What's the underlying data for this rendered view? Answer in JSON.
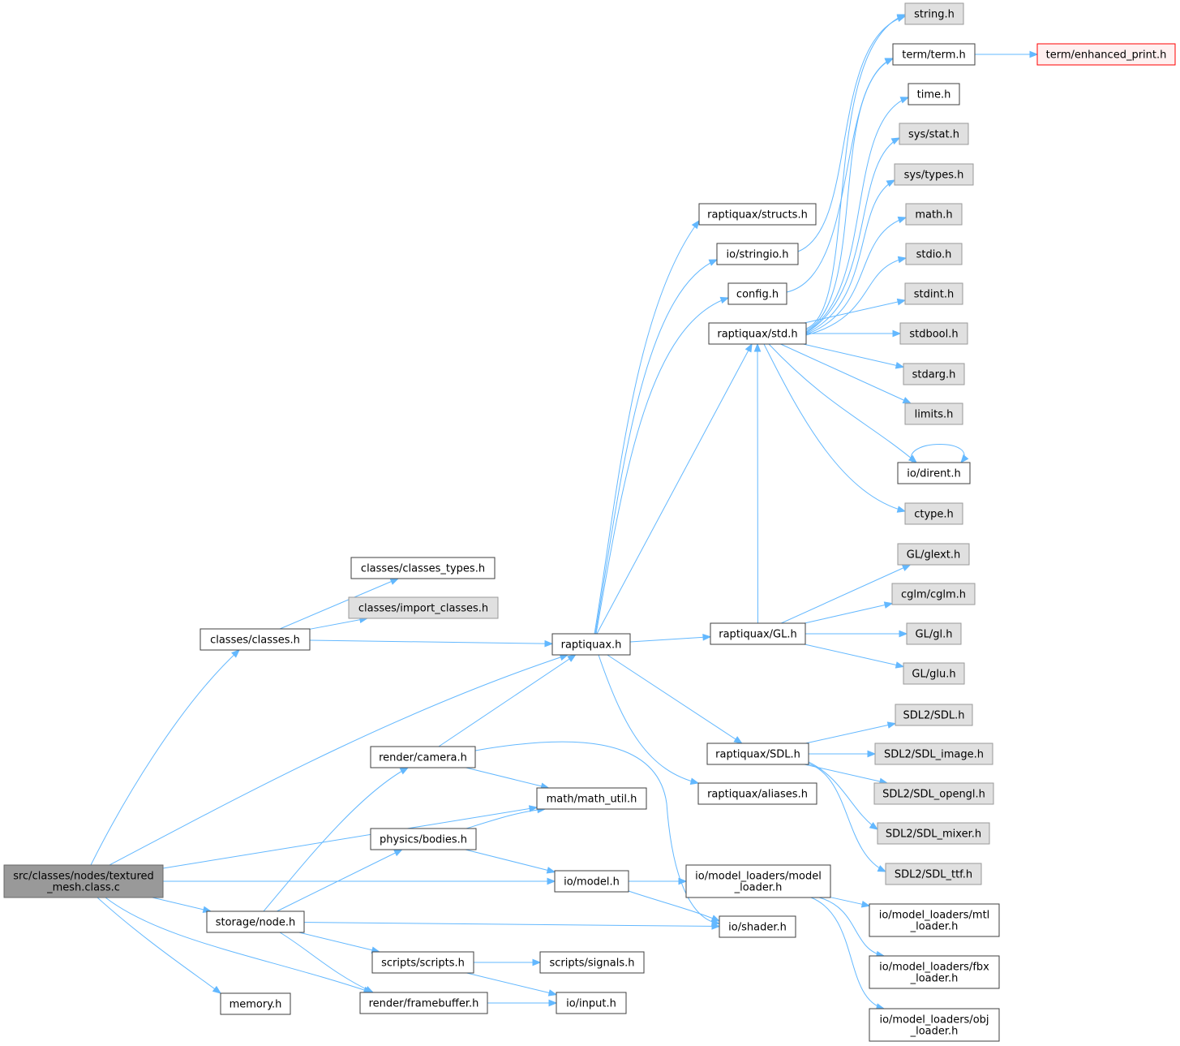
{
  "colors": {
    "edge": "#63b8ff",
    "node_border": "#3f3f3f",
    "external_fill": "#e0e0e0",
    "root_fill": "#999999",
    "missing_border": "#ff0000"
  },
  "nodes": [
    {
      "id": "root",
      "label": [
        "src/classes/nodes/textured",
        "_mesh.class.c"
      ],
      "kind": "root"
    },
    {
      "id": "classes_classes",
      "label": [
        "classes/classes.h"
      ],
      "kind": "normal"
    },
    {
      "id": "classes_types",
      "label": [
        "classes/classes_types.h"
      ],
      "kind": "normal"
    },
    {
      "id": "import_classes",
      "label": [
        "classes/import_classes.h"
      ],
      "kind": "external"
    },
    {
      "id": "raptiquax",
      "label": [
        "raptiquax.h"
      ],
      "kind": "normal"
    },
    {
      "id": "structs",
      "label": [
        "raptiquax/structs.h"
      ],
      "kind": "normal"
    },
    {
      "id": "stringio",
      "label": [
        "io/stringio.h"
      ],
      "kind": "normal"
    },
    {
      "id": "config",
      "label": [
        "config.h"
      ],
      "kind": "normal"
    },
    {
      "id": "stdh",
      "label": [
        "raptiquax/std.h"
      ],
      "kind": "normal"
    },
    {
      "id": "string",
      "label": [
        "string.h"
      ],
      "kind": "external"
    },
    {
      "id": "term",
      "label": [
        "term/term.h"
      ],
      "kind": "normal"
    },
    {
      "id": "enhanced",
      "label": [
        "term/enhanced_print.h"
      ],
      "kind": "error"
    },
    {
      "id": "time",
      "label": [
        "time.h"
      ],
      "kind": "normal"
    },
    {
      "id": "sysstat",
      "label": [
        "sys/stat.h"
      ],
      "kind": "external"
    },
    {
      "id": "systypes",
      "label": [
        "sys/types.h"
      ],
      "kind": "external"
    },
    {
      "id": "math",
      "label": [
        "math.h"
      ],
      "kind": "external"
    },
    {
      "id": "stdio",
      "label": [
        "stdio.h"
      ],
      "kind": "external"
    },
    {
      "id": "stdint",
      "label": [
        "stdint.h"
      ],
      "kind": "external"
    },
    {
      "id": "stdbool",
      "label": [
        "stdbool.h"
      ],
      "kind": "external"
    },
    {
      "id": "stdarg",
      "label": [
        "stdarg.h"
      ],
      "kind": "external"
    },
    {
      "id": "limits",
      "label": [
        "limits.h"
      ],
      "kind": "external"
    },
    {
      "id": "dirent",
      "label": [
        "io/dirent.h"
      ],
      "kind": "normal"
    },
    {
      "id": "ctype",
      "label": [
        "ctype.h"
      ],
      "kind": "external"
    },
    {
      "id": "gl_h",
      "label": [
        "raptiquax/GL.h"
      ],
      "kind": "normal"
    },
    {
      "id": "glext",
      "label": [
        "GL/glext.h"
      ],
      "kind": "external"
    },
    {
      "id": "cglm",
      "label": [
        "cglm/cglm.h"
      ],
      "kind": "external"
    },
    {
      "id": "glgl",
      "label": [
        "GL/gl.h"
      ],
      "kind": "external"
    },
    {
      "id": "glu",
      "label": [
        "GL/glu.h"
      ],
      "kind": "external"
    },
    {
      "id": "sdl_h",
      "label": [
        "raptiquax/SDL.h"
      ],
      "kind": "normal"
    },
    {
      "id": "sdl2",
      "label": [
        "SDL2/SDL.h"
      ],
      "kind": "external"
    },
    {
      "id": "sdlimage",
      "label": [
        "SDL2/SDL_image.h"
      ],
      "kind": "external"
    },
    {
      "id": "sdlopengl",
      "label": [
        "SDL2/SDL_opengl.h"
      ],
      "kind": "external"
    },
    {
      "id": "sdlmixer",
      "label": [
        "SDL2/SDL_mixer.h"
      ],
      "kind": "external"
    },
    {
      "id": "sdlttf",
      "label": [
        "SDL2/SDL_ttf.h"
      ],
      "kind": "external"
    },
    {
      "id": "aliases",
      "label": [
        "raptiquax/aliases.h"
      ],
      "kind": "normal"
    },
    {
      "id": "camera",
      "label": [
        "render/camera.h"
      ],
      "kind": "normal"
    },
    {
      "id": "mathutil",
      "label": [
        "math/math_util.h"
      ],
      "kind": "normal"
    },
    {
      "id": "bodies",
      "label": [
        "physics/bodies.h"
      ],
      "kind": "normal"
    },
    {
      "id": "model",
      "label": [
        "io/model.h"
      ],
      "kind": "normal"
    },
    {
      "id": "modelloader",
      "label": [
        "io/model_loaders/model",
        "_loader.h"
      ],
      "kind": "normal"
    },
    {
      "id": "mtl",
      "label": [
        "io/model_loaders/mtl",
        "_loader.h"
      ],
      "kind": "normal"
    },
    {
      "id": "fbx",
      "label": [
        "io/model_loaders/fbx",
        "_loader.h"
      ],
      "kind": "normal"
    },
    {
      "id": "obj",
      "label": [
        "io/model_loaders/obj",
        "_loader.h"
      ],
      "kind": "normal"
    },
    {
      "id": "shader",
      "label": [
        "io/shader.h"
      ],
      "kind": "normal"
    },
    {
      "id": "node",
      "label": [
        "storage/node.h"
      ],
      "kind": "normal"
    },
    {
      "id": "scripts",
      "label": [
        "scripts/scripts.h"
      ],
      "kind": "normal"
    },
    {
      "id": "signals",
      "label": [
        "scripts/signals.h"
      ],
      "kind": "normal"
    },
    {
      "id": "framebuffer",
      "label": [
        "render/framebuffer.h"
      ],
      "kind": "normal"
    },
    {
      "id": "input",
      "label": [
        "io/input.h"
      ],
      "kind": "normal"
    },
    {
      "id": "memory",
      "label": [
        "memory.h"
      ],
      "kind": "normal"
    }
  ],
  "edges": [
    [
      "root",
      "classes_classes"
    ],
    [
      "root",
      "raptiquax"
    ],
    [
      "root",
      "mathutil"
    ],
    [
      "root",
      "model"
    ],
    [
      "root",
      "node"
    ],
    [
      "root",
      "framebuffer"
    ],
    [
      "root",
      "memory"
    ],
    [
      "classes_classes",
      "classes_types"
    ],
    [
      "classes_classes",
      "import_classes"
    ],
    [
      "classes_classes",
      "raptiquax"
    ],
    [
      "raptiquax",
      "structs"
    ],
    [
      "raptiquax",
      "stringio"
    ],
    [
      "raptiquax",
      "config"
    ],
    [
      "raptiquax",
      "stdh"
    ],
    [
      "raptiquax",
      "gl_h"
    ],
    [
      "raptiquax",
      "sdl_h"
    ],
    [
      "raptiquax",
      "aliases"
    ],
    [
      "stringio",
      "string"
    ],
    [
      "config",
      "term"
    ],
    [
      "term",
      "enhanced"
    ],
    [
      "stdh",
      "string"
    ],
    [
      "stdh",
      "term"
    ],
    [
      "stdh",
      "time"
    ],
    [
      "stdh",
      "sysstat"
    ],
    [
      "stdh",
      "systypes"
    ],
    [
      "stdh",
      "math"
    ],
    [
      "stdh",
      "stdio"
    ],
    [
      "stdh",
      "stdint"
    ],
    [
      "stdh",
      "stdbool"
    ],
    [
      "stdh",
      "stdarg"
    ],
    [
      "stdh",
      "limits"
    ],
    [
      "stdh",
      "dirent"
    ],
    [
      "stdh",
      "ctype"
    ],
    [
      "dirent",
      "dirent"
    ],
    [
      "gl_h",
      "glext"
    ],
    [
      "gl_h",
      "cglm"
    ],
    [
      "gl_h",
      "glgl"
    ],
    [
      "gl_h",
      "glu"
    ],
    [
      "gl_h",
      "stdh"
    ],
    [
      "sdl_h",
      "sdl2"
    ],
    [
      "sdl_h",
      "sdlimage"
    ],
    [
      "sdl_h",
      "sdlopengl"
    ],
    [
      "sdl_h",
      "sdlmixer"
    ],
    [
      "sdl_h",
      "sdlttf"
    ],
    [
      "camera",
      "raptiquax"
    ],
    [
      "camera",
      "mathutil"
    ],
    [
      "camera",
      "shader"
    ],
    [
      "bodies",
      "mathutil"
    ],
    [
      "bodies",
      "model"
    ],
    [
      "model",
      "modelloader"
    ],
    [
      "model",
      "shader"
    ],
    [
      "modelloader",
      "mtl"
    ],
    [
      "modelloader",
      "fbx"
    ],
    [
      "modelloader",
      "obj"
    ],
    [
      "node",
      "camera"
    ],
    [
      "node",
      "bodies"
    ],
    [
      "node",
      "shader"
    ],
    [
      "node",
      "scripts"
    ],
    [
      "node",
      "framebuffer"
    ],
    [
      "scripts",
      "signals"
    ],
    [
      "scripts",
      "input"
    ],
    [
      "framebuffer",
      "input"
    ]
  ]
}
